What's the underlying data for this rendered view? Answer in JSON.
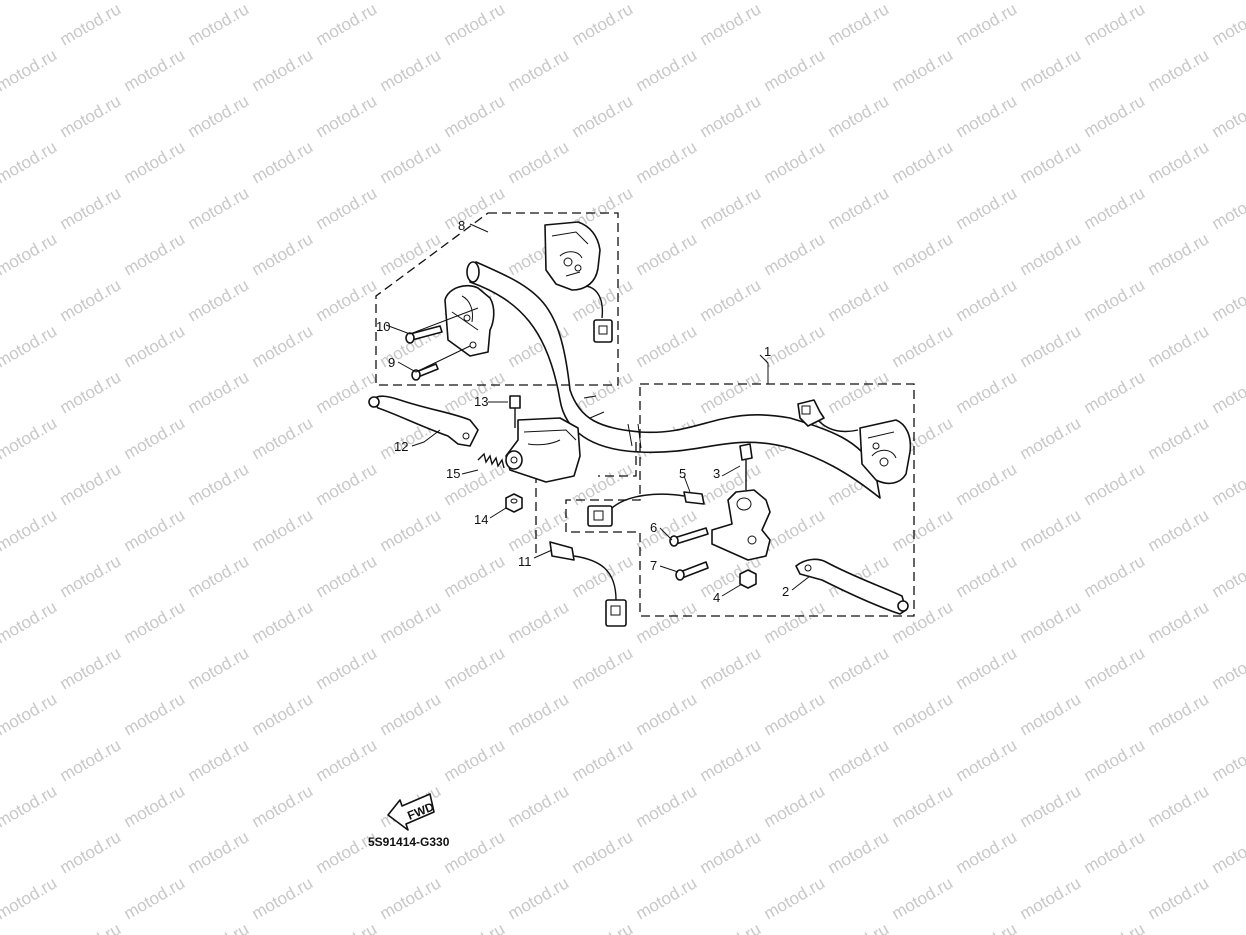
{
  "watermark": "motod.ru",
  "figure_code": "5S91414-G330",
  "fwd_label": "FWD",
  "callouts": {
    "c1": "1",
    "c2": "2",
    "c3": "3",
    "c4": "4",
    "c5": "5",
    "c6": "6",
    "c7": "7",
    "c8": "8",
    "c9": "9",
    "c10": "10",
    "c11": "11",
    "c12": "12",
    "c13": "13",
    "c14": "14",
    "c15": "15"
  }
}
